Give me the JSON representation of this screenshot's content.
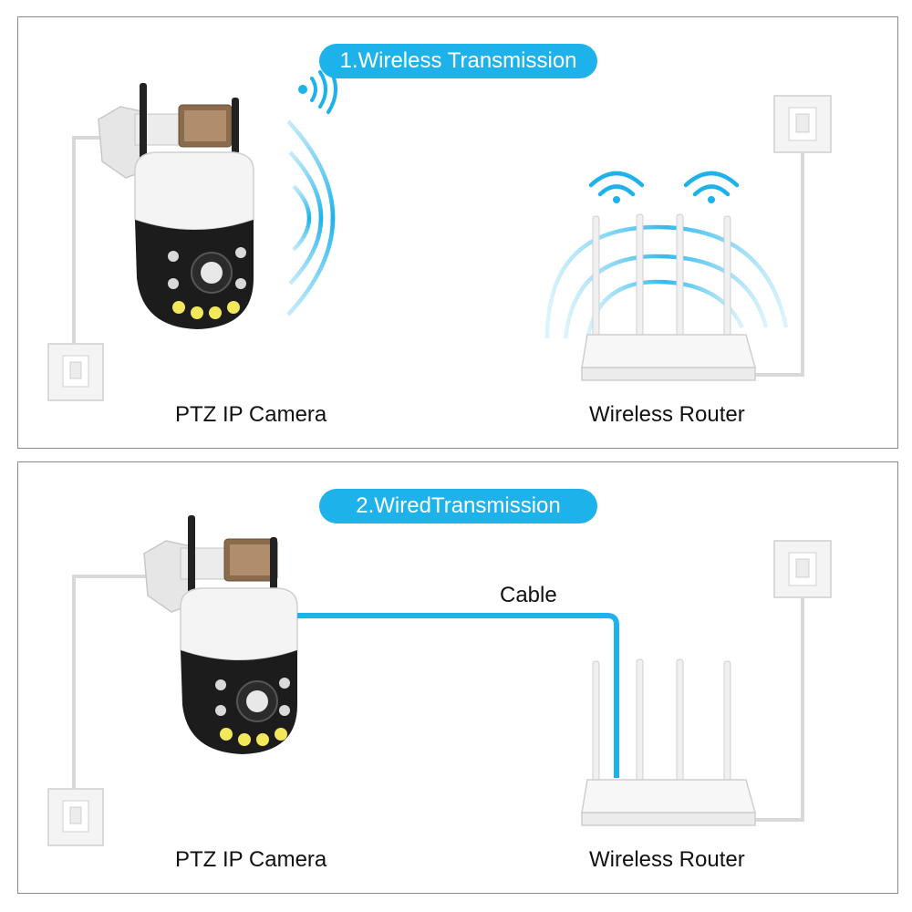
{
  "panels": [
    {
      "title": "1.Wireless Transmission",
      "camera_label": "PTZ IP Camera",
      "router_label": "Wireless Router",
      "icons": [
        "wireless-signal-icon",
        "wifi-icon"
      ]
    },
    {
      "title": "2.WiredTransmission",
      "camera_label": "PTZ IP Camera",
      "router_label": "Wireless Router",
      "cable_label": "Cable"
    }
  ],
  "colors": {
    "accent": "#1db3ea",
    "border": "#8a8a8a",
    "camera_white": "#f2f2f2",
    "camera_black": "#1c1c1c",
    "led_yellow": "#f3e85a"
  }
}
